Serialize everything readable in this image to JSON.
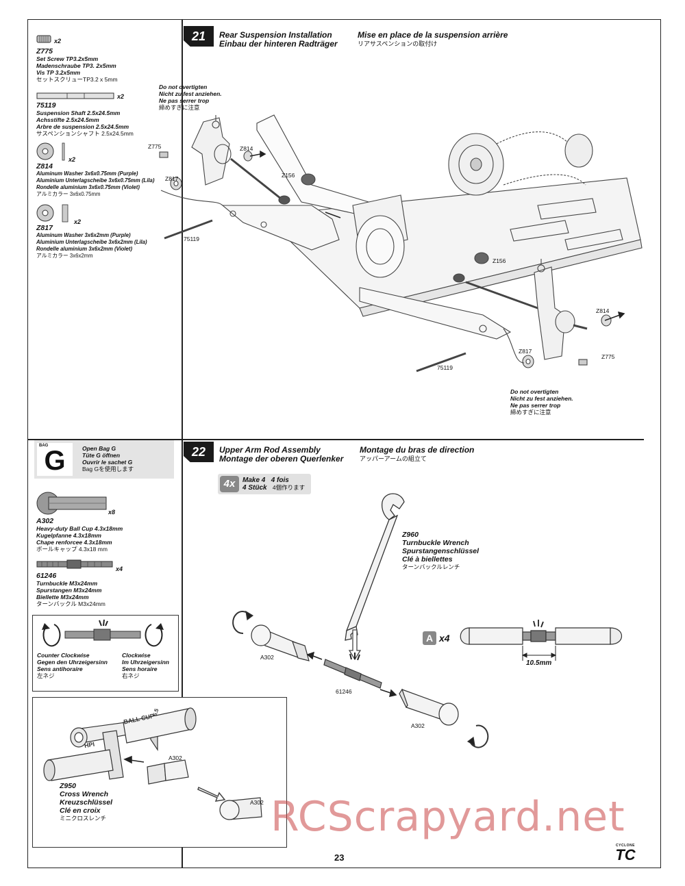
{
  "step21": {
    "number": "21",
    "title_en": "Rear Suspension Installation",
    "title_de": "Einbau der hinteren Radträger",
    "title_fr": "Mise en place de la suspension arrière",
    "title_jp": "リアサスペンションの取付け"
  },
  "step22": {
    "number": "22",
    "title_en": "Upper Arm Rod Assembly",
    "title_de": "Montage der oberen Querlenker",
    "title_fr": "Montage du bras de direction",
    "title_jp": "アッパーアームの組立て",
    "make_badge": "4x",
    "make_en": "Make 4",
    "make_fr": "4 fois",
    "make_de": "4 Stück",
    "make_jp": "4個作ります"
  },
  "parts21": [
    {
      "id": "Z775",
      "qty": "x2",
      "lines": [
        "Set Screw TP3.2x5mm",
        "Madenschraube TP3. 2x5mm",
        "Vis TP 3.2x5mm"
      ],
      "jp": "セットスクリューTP3.2 x 5mm"
    },
    {
      "id": "75119",
      "qty": "x2",
      "lines": [
        "Suspension Shaft 2.5x24.5mm",
        "Achsstifte 2.5x24.5mm",
        "Arbre de suspension 2.5x24.5mm"
      ],
      "jp": "サスペンションシャフト 2.5x24.5mm"
    },
    {
      "id": "Z814",
      "qty": "x2",
      "lines": [
        "Aluminum Washer 3x6x0.75mm (Purple)",
        "Aluminium Unterlagscheibe 3x6x0.75mm (Lila)",
        "Rondelle aluminium 3x6x0.75mm (Violet)"
      ],
      "jp": "アルミカラー 3x6x0.75mm"
    },
    {
      "id": "Z817",
      "qty": "x2",
      "lines": [
        "Aluminum Washer 3x6x2mm (Purple)",
        "Aluminium Unterlagscheibe 3x6x2mm (Lila)",
        "Rondelle aluminium 3x6x2mm (Violet)"
      ],
      "jp": "アルミカラー 3x6x2mm"
    }
  ],
  "bag": {
    "small": "BAG",
    "letter": "G",
    "lines": [
      "Open Bag G",
      "Tüte G öffnen",
      "Ouvrir le sachet G"
    ],
    "jp": "Bag Gを使用します"
  },
  "parts22": [
    {
      "id": "A302",
      "qty": "x8",
      "lines": [
        "Heavy-duty Ball Cup 4.3x18mm",
        "Kugelpfanne 4.3x18mm",
        "Chape renforcee 4.3x18mm"
      ],
      "jp": "ボールキャップ 4.3x18 mm"
    },
    {
      "id": "61246",
      "qty": "x4",
      "lines": [
        "Turnbuckle M3x24mm",
        "Spurstangen M3x24mm",
        "Biellette M3x24mm"
      ],
      "jp": "ターンバックル M3x24mm"
    }
  ],
  "rotation": {
    "ccw": [
      "Counter Clockwise",
      "Gegen den Uhrzeigersinn",
      "Sens antihoraire"
    ],
    "ccw_jp": "左ネジ",
    "cw": [
      "Clockwise",
      "Im Uhrzeigersinn",
      "Sens horaire"
    ],
    "cw_jp": "右ネジ"
  },
  "warning": {
    "lines": [
      "Do not overtigten",
      "Nicht zu fest anziehen.",
      "Ne pas serrer trop"
    ],
    "jp": "締めすぎに注意"
  },
  "diagram21_labels": {
    "z775_a": "Z775",
    "z814_a": "Z814",
    "z817_a": "Z817",
    "z156_a": "Z156",
    "p75119_a": "75119",
    "z156_b": "Z156",
    "z814_b": "Z814",
    "z817_b": "Z817",
    "z775_b": "Z775",
    "p75119_b": "75119"
  },
  "wrench_z960": {
    "id": "Z960",
    "lines": [
      "Turnbuckle Wrench",
      "Spurstangenschlüssel",
      "Clé à biellettes"
    ],
    "jp": "ターンバックルレンチ"
  },
  "diagram22_labels": {
    "a302_left": "A302",
    "turnbuckle": "61246",
    "a302_right": "A302"
  },
  "detail_a": {
    "letter": "A",
    "qty": "x4",
    "dimension": "10.5mm"
  },
  "cross_wrench": {
    "id": "Z950",
    "lines": [
      "Cross Wrench",
      "Kreuzschlüssel",
      "Clé en croix"
    ],
    "jp": "ミニクロスレンチ",
    "tool_text_1": "BALL CUP",
    "tool_text_2": "5.5",
    "tool_text_3": "HPI",
    "part_a": "A302",
    "part_b": "A302"
  },
  "footer": {
    "page": "23",
    "logo_small": "CYCLONE",
    "logo_big": "TC",
    "watermark": "RCScrapyard.net"
  }
}
